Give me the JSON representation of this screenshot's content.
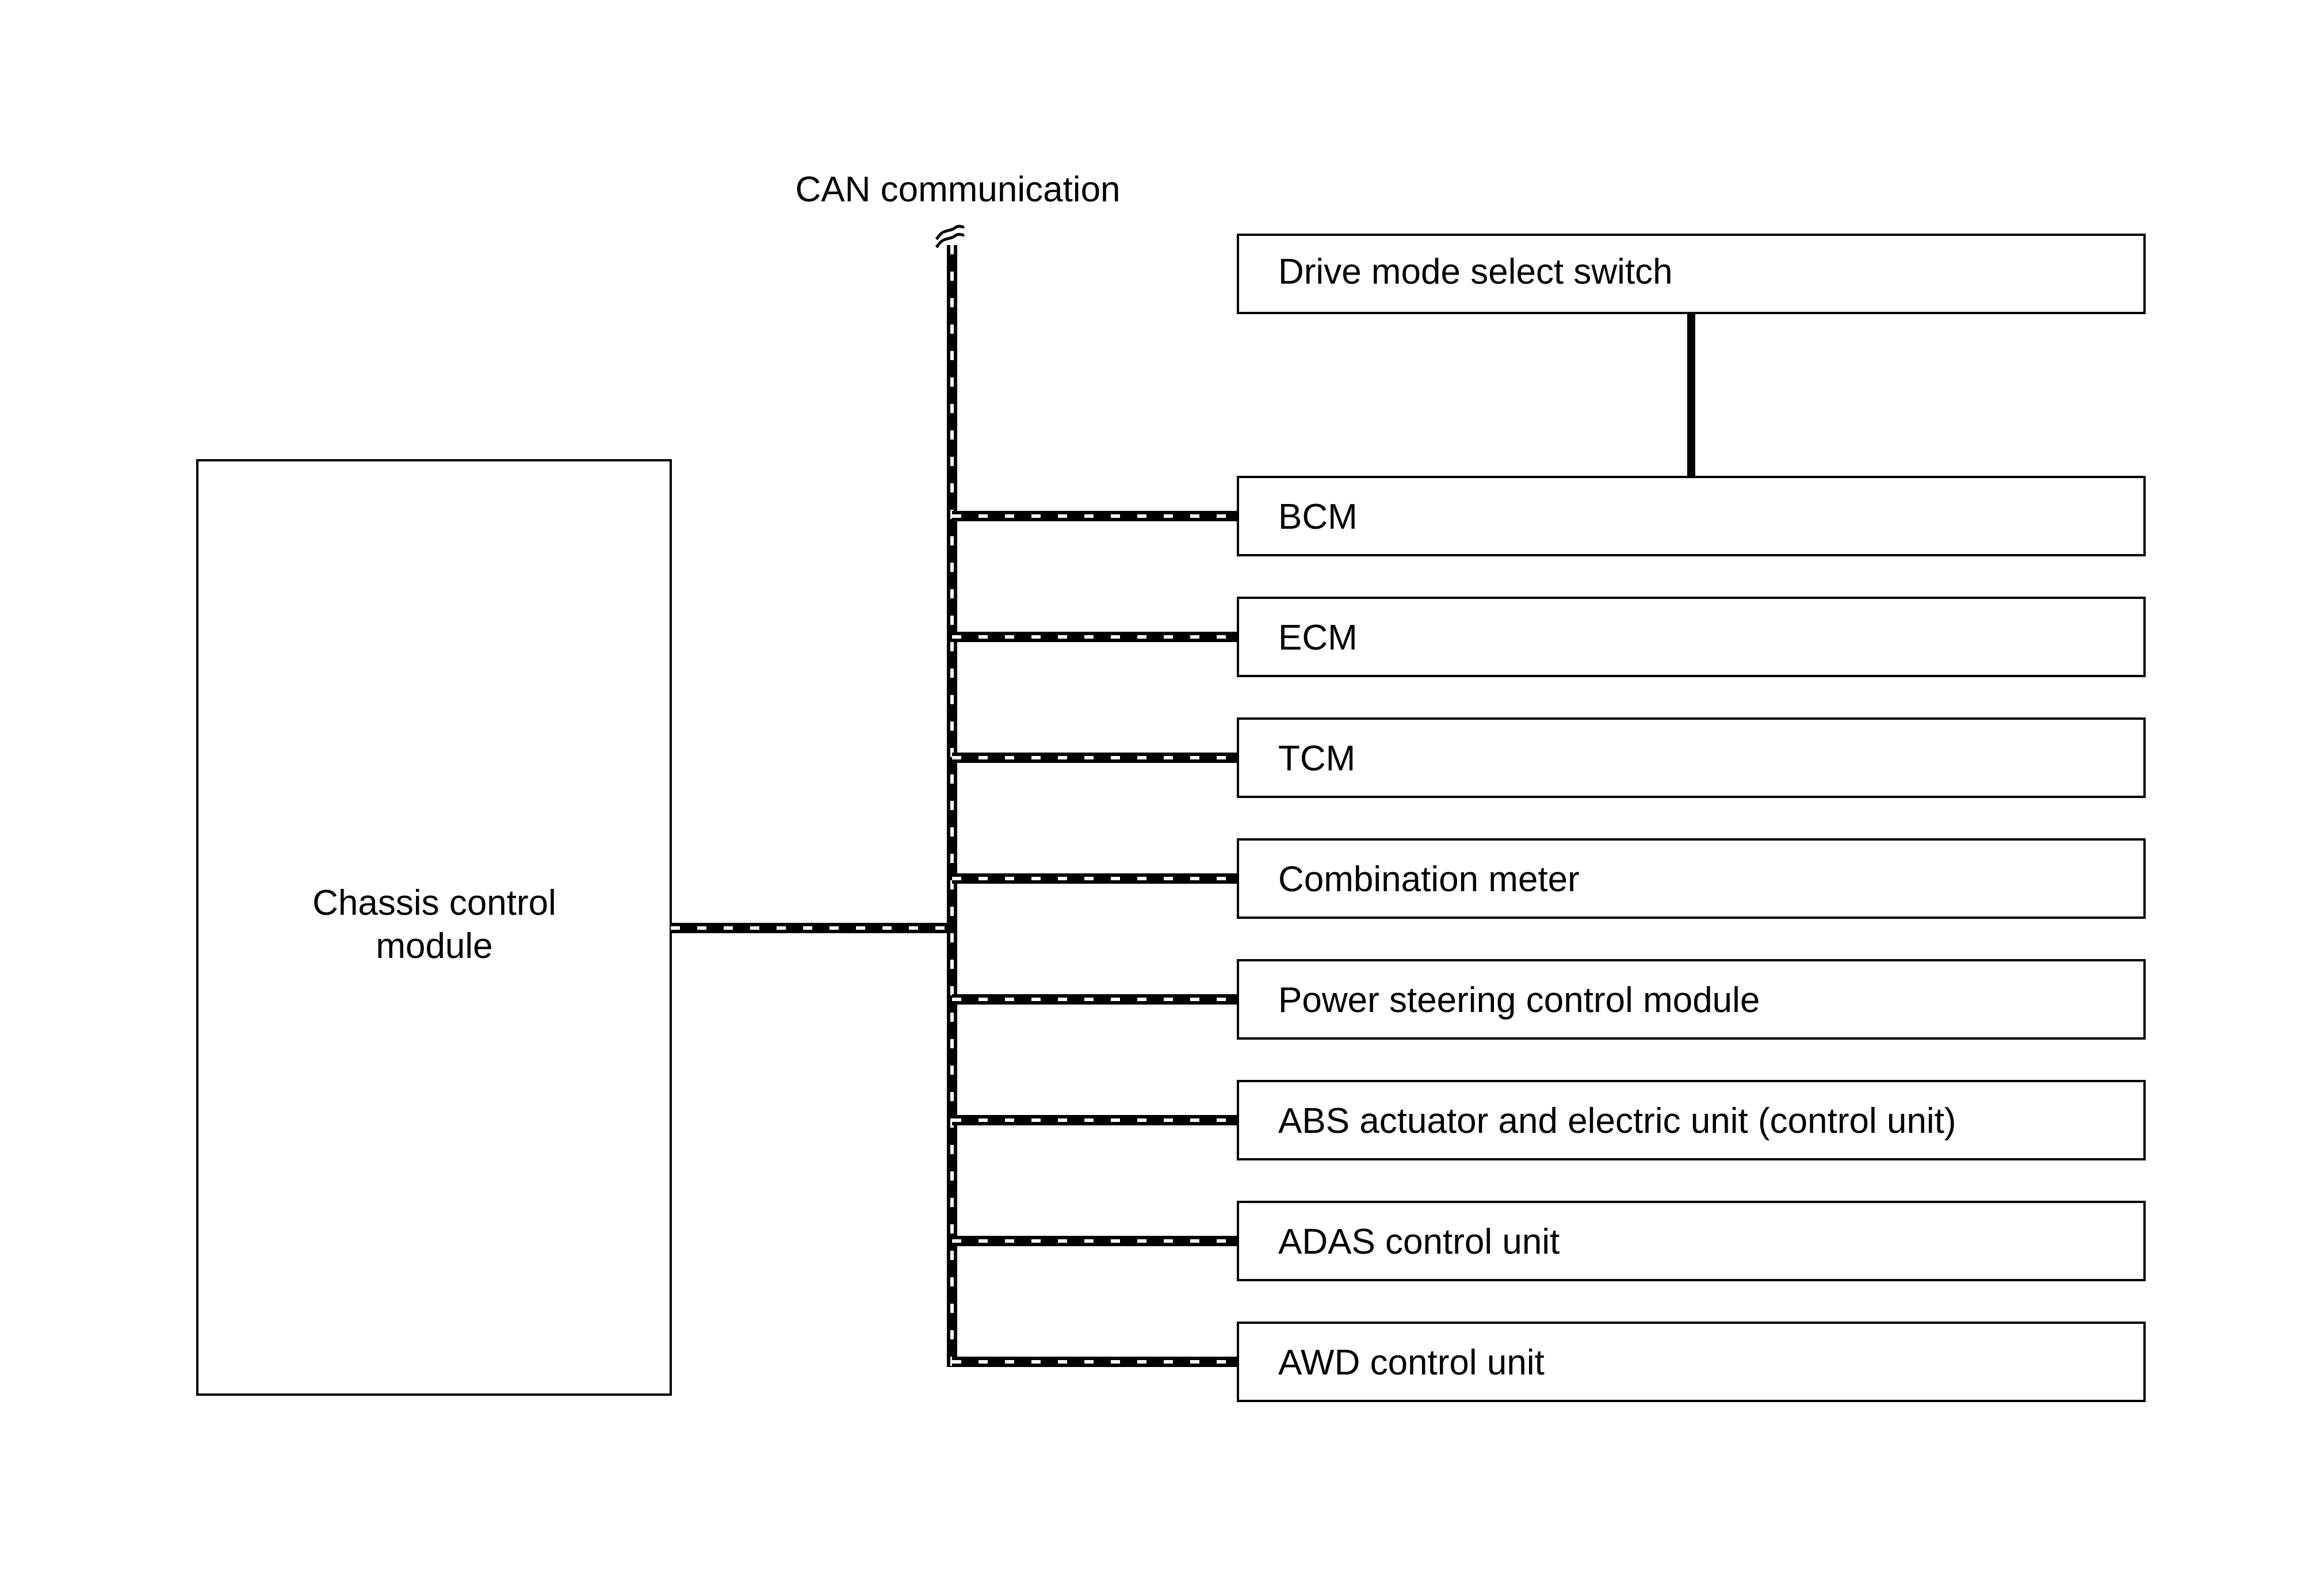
{
  "bus_label": "CAN communication",
  "chassis_module": {
    "label_line1": "Chassis control",
    "label_line2": "module"
  },
  "switch_label": "Drive mode select switch",
  "modules": [
    "BCM",
    "ECM",
    "TCM",
    "Combination meter",
    "Power steering control module",
    "ABS actuator and electric unit (control unit)",
    "ADAS control unit",
    "AWD control unit"
  ],
  "colors": {
    "line": "#000000",
    "background": "#ffffff"
  }
}
